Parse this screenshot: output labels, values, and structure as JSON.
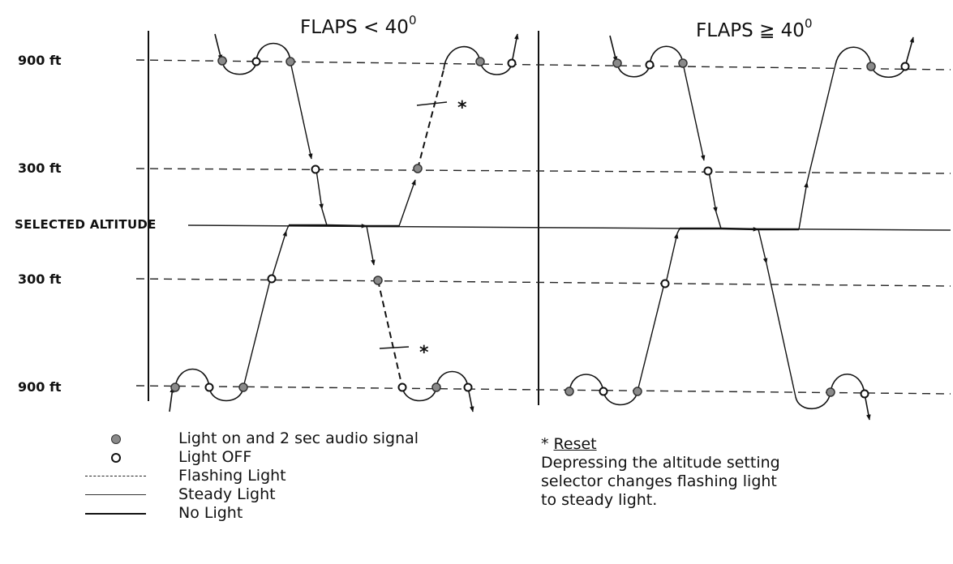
{
  "titles": {
    "left": "FLAPS < 40",
    "right": "FLAPS ≧ 40",
    "degree": "0"
  },
  "altitude_labels": {
    "top": "900 ft",
    "upper": "300 ft",
    "selected": "SELECTED ALTITUDE",
    "lower": "300 ft",
    "bottom": "900 ft"
  },
  "asterisks": [
    "*",
    "*"
  ],
  "legend": {
    "light_on": "Light on and 2 sec audio signal",
    "light_off": "Light OFF",
    "flashing": "Flashing Light",
    "steady": "Steady Light",
    "no_light": "No Light"
  },
  "reset": {
    "star": "*",
    "title": "Reset",
    "lines": [
      "Depressing the altitude setting",
      "selector changes flashing light",
      "to steady light."
    ]
  }
}
